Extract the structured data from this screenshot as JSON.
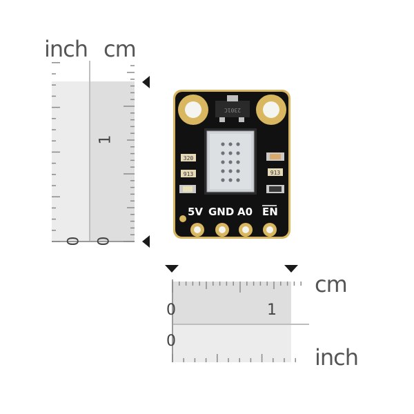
{
  "scale_labels": {
    "left_inch": "inch",
    "left_cm": "cm",
    "bottom_cm": "cm",
    "bottom_inch": "inch"
  },
  "tick_numbers": {
    "left_inch_zero": "0",
    "left_cm_zero": "0",
    "left_cm_one": "1",
    "bottom_cm_zero": "0",
    "bottom_cm_one": "1",
    "bottom_inch_zero": "0"
  },
  "board": {
    "pins": [
      "5V",
      "GND",
      "A0",
      "EN"
    ],
    "chip_marking": "2301C",
    "component_markings": [
      "320",
      "913",
      "913"
    ],
    "pcb_color": "#111111",
    "pad_color": "#d8b760"
  }
}
